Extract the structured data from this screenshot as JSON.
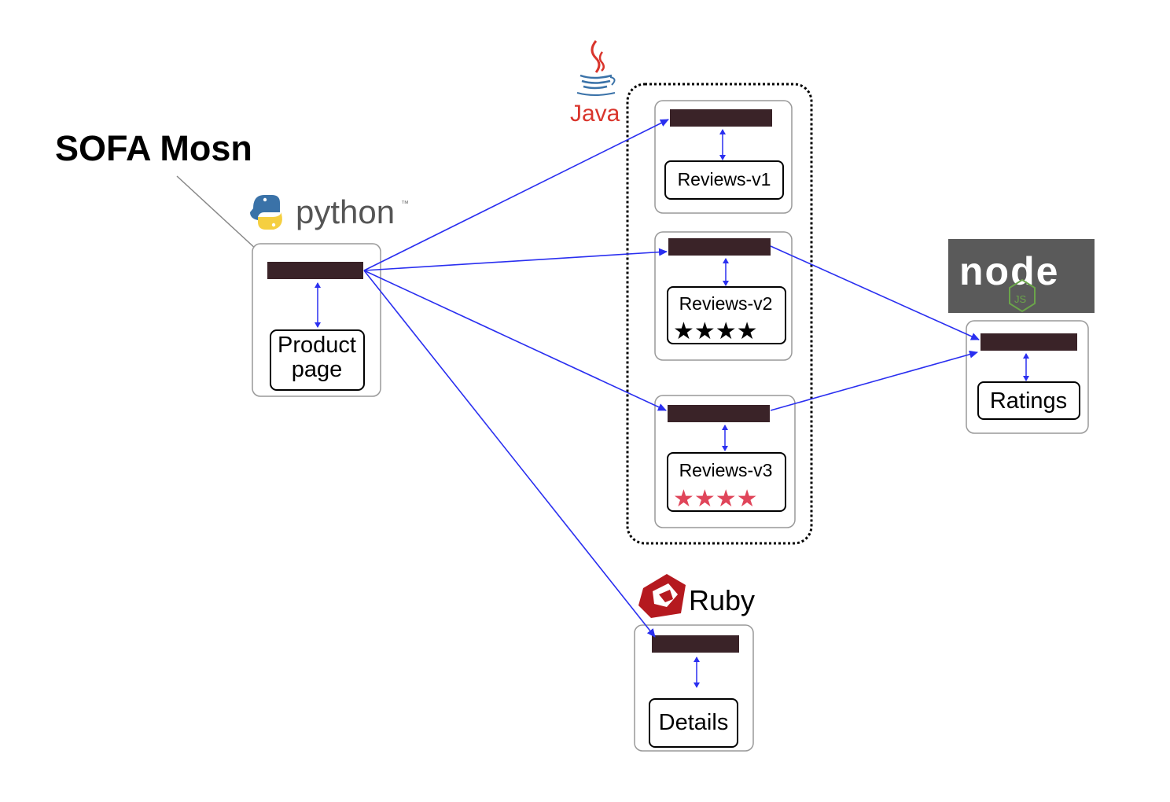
{
  "title": "SOFA Mosn",
  "languages": {
    "java": "Java",
    "python": "python",
    "python_tm": "™",
    "ruby": "Ruby",
    "node": "node",
    "node_js": "JS"
  },
  "services": {
    "productpage": {
      "line1": "Product",
      "line2": "page"
    },
    "reviews_v1": {
      "label": "Reviews-v1"
    },
    "reviews_v2": {
      "label": "Reviews-v2",
      "stars": "★★★★",
      "star_color": "#000000"
    },
    "reviews_v3": {
      "label": "Reviews-v3",
      "stars": "★★★★",
      "star_color": "#e0455a"
    },
    "ratings": {
      "label": "Ratings"
    },
    "details": {
      "label": "Details"
    }
  },
  "colors": {
    "sidecar": "#3a2328",
    "arrow": "#2a2ff0",
    "pod_border": "#999999",
    "java_red": "#d9352c",
    "ruby_red": "#b5191f",
    "node_bg": "#5a5a5a",
    "node_green": "#6ba54a",
    "python_blue": "#3a72a8",
    "python_yellow": "#f5cf40"
  }
}
